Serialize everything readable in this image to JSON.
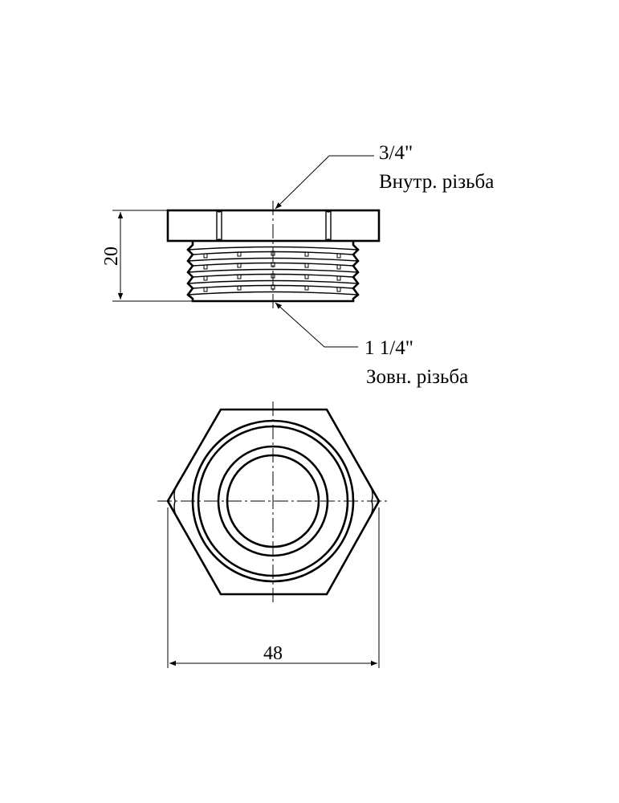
{
  "drawing": {
    "inner_thread": {
      "size": "3/4\"",
      "caption": "Внутр. різьба"
    },
    "outer_thread": {
      "size": "1 1/4\"",
      "caption": "Зовн. різьба"
    },
    "dimensions": {
      "height": "20",
      "width": "48"
    }
  }
}
